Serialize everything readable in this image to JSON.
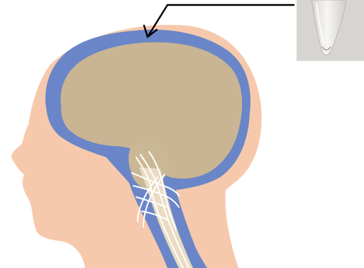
{
  "diagram": {
    "colors": {
      "background": "#ffffff",
      "skin": "#f6c9ad",
      "csf_layer": "#6a86c8",
      "brain": "#c9b593",
      "cerebellum": "#cab895",
      "spinal_cord": "#e9dcc3",
      "nerve_lines": "#ffffff",
      "arrow": "#000000",
      "photo_background": "#d6d5d2",
      "tube": "#eeece6"
    },
    "parts": [
      "head",
      "csf-layer",
      "brain",
      "cerebellum",
      "spinal-cord",
      "arrow",
      "csf-sample-tube-photo"
    ],
    "inset_photo": {
      "subject": "microcentrifuge-tube-with-clear-fluid"
    }
  }
}
